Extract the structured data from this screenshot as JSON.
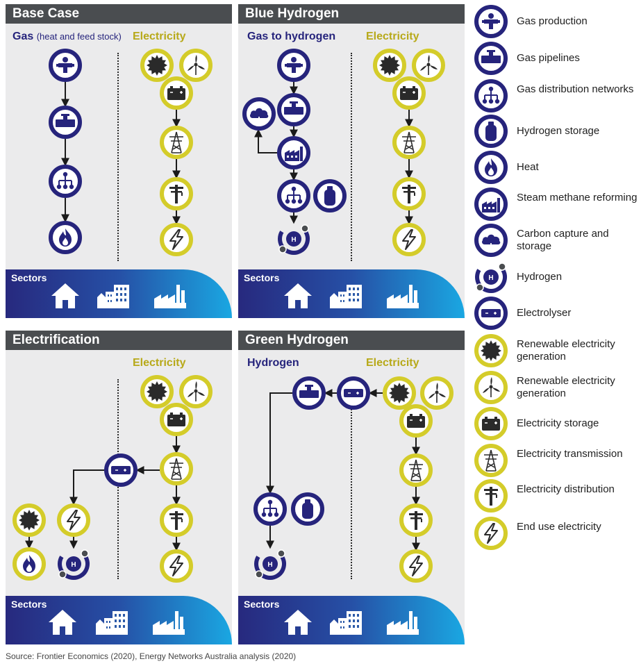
{
  "panels": {
    "base_case": {
      "title": "Base Case",
      "gas_label": "Gas",
      "gas_sub": "(heat and feed stock)",
      "elec_label": "Electricity",
      "sectors_label": "Sectors"
    },
    "blue_hydrogen": {
      "title": "Blue Hydrogen",
      "gas_label": "Gas to hydrogen",
      "elec_label": "Electricity",
      "sectors_label": "Sectors"
    },
    "electrification": {
      "title": "Electrification",
      "elec_label": "Electricity",
      "sectors_label": "Sectors"
    },
    "green_hydrogen": {
      "title": "Green Hydrogen",
      "gas_label": "Hydrogen",
      "elec_label": "Electricity",
      "sectors_label": "Sectors"
    }
  },
  "legend": [
    {
      "label": "Gas production",
      "icon": "gas-production-icon"
    },
    {
      "label": "Gas pipelines",
      "icon": "gas-pipeline-icon"
    },
    {
      "label": "Gas distribution networks",
      "icon": "distribution-network-icon"
    },
    {
      "label": "Hydrogen storage",
      "icon": "hydrogen-storage-icon"
    },
    {
      "label": "Heat",
      "icon": "flame-icon"
    },
    {
      "label": "Steam methane reforming",
      "icon": "factory-icon"
    },
    {
      "label": "Carbon capture and storage",
      "icon": "cloud-icon"
    },
    {
      "label": "Hydrogen",
      "icon": "hydrogen-icon"
    },
    {
      "label": "Electrolyser",
      "icon": "electrolyser-icon"
    },
    {
      "label": "Renewable electricity generation",
      "icon": "sun-icon"
    },
    {
      "label": "Renewable electricity generation",
      "icon": "wind-turbine-icon"
    },
    {
      "label": "Electricity storage",
      "icon": "battery-icon"
    },
    {
      "label": "Electricity transmission",
      "icon": "transmission-tower-icon"
    },
    {
      "label": "Electricity distribution",
      "icon": "power-pole-icon"
    },
    {
      "label": "End use electricity",
      "icon": "lightning-icon"
    }
  ],
  "colors": {
    "gas": "#26247c",
    "electricity": "#d4cc2a",
    "title_bar": "#4a4d50",
    "panel_bg": "#ebebec"
  },
  "source": "Source: Frontier Economics (2020), Energy Networks Australia analysis (2020)"
}
